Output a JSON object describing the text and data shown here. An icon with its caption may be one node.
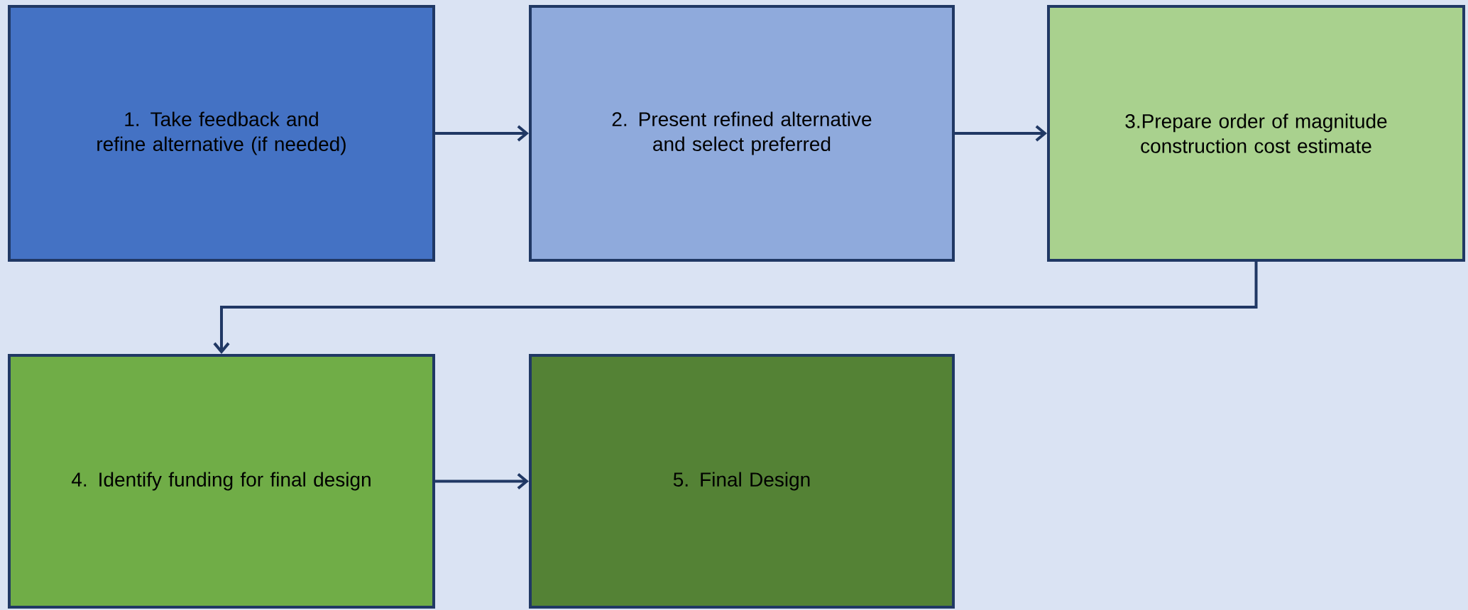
{
  "diagram": {
    "nodes": [
      {
        "text": [
          "1. Take feedback and refine alternative (if needed)"
        ]
      },
      {
        "text": [
          "2. Present refined alternative and select preferred"
        ]
      },
      {
        "text": [
          "3.Prepare order of magnitude construction cost estimate"
        ]
      },
      {
        "text": [
          "4. Identify funding for final design"
        ]
      },
      {
        "text": [
          "5. Final Design"
        ]
      }
    ],
    "edges": [
      {
        "from": 0,
        "to": 1,
        "arrow": "to"
      },
      {
        "from": 1,
        "to": 2,
        "arrow": "to"
      },
      {
        "from": 2,
        "to": 3,
        "arrow": "to"
      },
      {
        "from": 3,
        "to": 4,
        "arrow": "to"
      }
    ]
  }
}
